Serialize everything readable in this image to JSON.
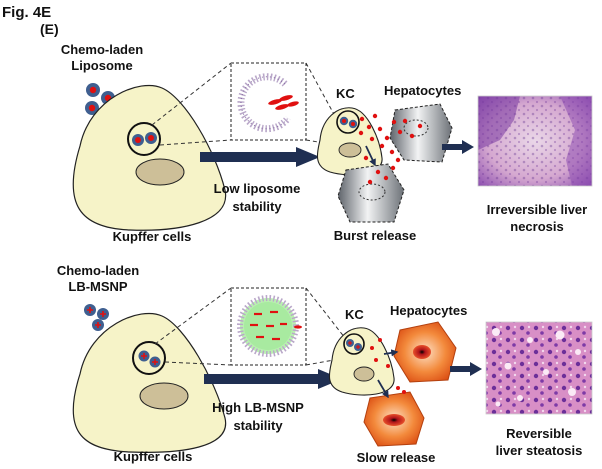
{
  "figure": {
    "fig_label": "Fig. 4E",
    "panel_label": "(E)"
  },
  "top_panel": {
    "particle_label_1": "Chemo-laden",
    "particle_label_2": "Liposome",
    "kc_label": "KC",
    "hepatocytes_label": "Hepatocytes",
    "arrow_label_1": "Low liposome",
    "arrow_label_2": "stability",
    "cell_label": "Kupffer cells",
    "release_label": "Burst release",
    "outcome_label_1": "Irreversible liver",
    "outcome_label_2": "necrosis"
  },
  "bottom_panel": {
    "particle_label_1": "Chemo-laden",
    "particle_label_2": "LB-MSNP",
    "kc_label": "KC",
    "hepatocytes_label": "Hepatocytes",
    "arrow_label_1": "High LB-MSNP",
    "arrow_label_2": "stability",
    "cell_label": "Kupffer cells",
    "release_label": "Slow release",
    "outcome_label_1": "Reversible",
    "outcome_label_2": "liver steatosis"
  },
  "colors": {
    "cell_fill": "#f6f3c8",
    "nucleus_fill": "#cdbf98",
    "drug_red": "#e01010",
    "particle_blue": "#3f5f90",
    "arrow_navy": "#1f2f52",
    "hepatocyte_gray": "#8a8f96",
    "hepatocyte_orange": "#e8641e",
    "tissue_pink": "#d98fc4",
    "tissue_purple": "#7b3aa0"
  }
}
